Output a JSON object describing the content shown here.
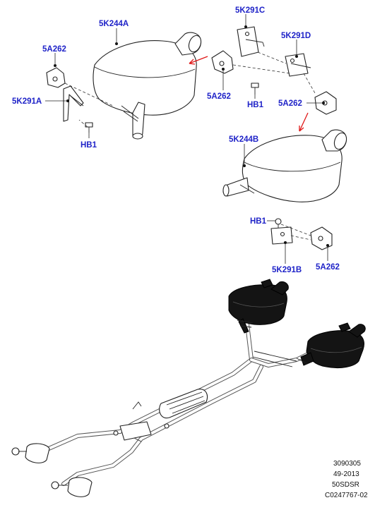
{
  "callouts": {
    "muffler_rh": "5K244A",
    "muffler_lh": "5K244B",
    "bracket_c": "5K291C",
    "bracket_d": "5K291D",
    "bracket_a": "5K291A",
    "bracket_b": "5K291B",
    "insulator_top_left": "5A262",
    "insulator_mid": "5A262",
    "insulator_right": "5A262",
    "insulator_lower": "5A262",
    "bolt_left": "HB1",
    "bolt_mid": "HB1",
    "bolt_lower": "HB1"
  },
  "reference": {
    "line1": "3090305",
    "line2": "49-2013",
    "line3": "50SDSR",
    "line4": "C0247767-02"
  }
}
